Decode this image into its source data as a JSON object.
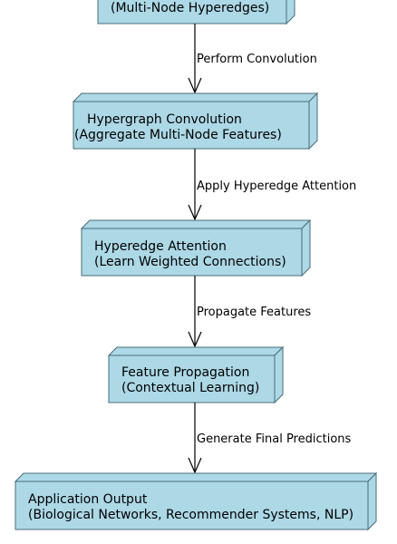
{
  "diagram": {
    "node_fill": "#add8e6",
    "node_stroke": "#4a6b78",
    "nodes": [
      {
        "id": "hyperedges",
        "line1": "",
        "line2": "(Multi-Node Hyperedges)"
      },
      {
        "id": "convolution",
        "line1": "Hypergraph Convolution",
        "line2": "(Aggregate Multi-Node Features)"
      },
      {
        "id": "attention",
        "line1": "Hyperedge Attention",
        "line2": "(Learn Weighted Connections)"
      },
      {
        "id": "propagation",
        "line1": "Feature Propagation",
        "line2": "(Contextual Learning)"
      },
      {
        "id": "output",
        "line1": "Application Output",
        "line2": "(Biological Networks, Recommender Systems, NLP)"
      }
    ],
    "edges": [
      {
        "from": "hyperedges",
        "to": "convolution",
        "label": "Perform Convolution"
      },
      {
        "from": "convolution",
        "to": "attention",
        "label": "Apply Hyperedge Attention"
      },
      {
        "from": "attention",
        "to": "propagation",
        "label": "Propagate Features"
      },
      {
        "from": "propagation",
        "to": "output",
        "label": "Generate Final Predictions"
      }
    ]
  }
}
